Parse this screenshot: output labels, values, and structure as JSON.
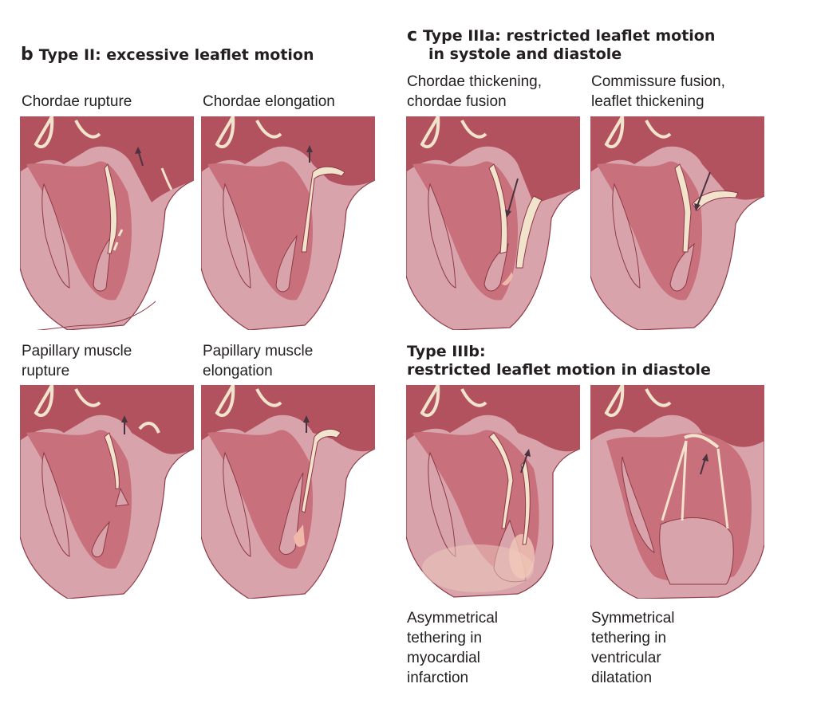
{
  "sections": {
    "b": {
      "letter": "b",
      "title": "Type II: excessive leaflet motion"
    },
    "c": {
      "letter": "c",
      "title_line1": "Type IIIa: restricted leaflet motion",
      "title_line2": "in systole and diastole"
    },
    "c2": {
      "title_line1": "Type IIIb:",
      "title_line2": "restricted leaflet motion in diastole"
    }
  },
  "panels": [
    {
      "line1": "Chordae rupture",
      "line2": ""
    },
    {
      "line1": "Chordae elongation",
      "line2": ""
    },
    {
      "line1": "Chordae thickening,",
      "line2": "chordae fusion"
    },
    {
      "line1": "Commissure fusion,",
      "line2": "leaflet thickening"
    },
    {
      "line1": "Papillary muscle",
      "line2": "rupture"
    },
    {
      "line1": "Papillary muscle",
      "line2": "elongation"
    }
  ],
  "captions": [
    {
      "lines": [
        "Asymmetrical",
        "tethering in",
        "myocardial",
        "infarction"
      ]
    },
    {
      "lines": [
        "Symmetrical",
        "tethering in",
        "ventricular",
        "dilatation"
      ]
    }
  ],
  "colors": {
    "myocardium": "#d9a3ab",
    "chamber": "#b3525f",
    "chamber_light": "#c8707c",
    "leaflet": "#f1e3cc",
    "outline": "#8e3a47",
    "arrow": "#4a3340"
  },
  "icons": [
    "up-arrow-icon",
    "down-arrow-icon"
  ]
}
